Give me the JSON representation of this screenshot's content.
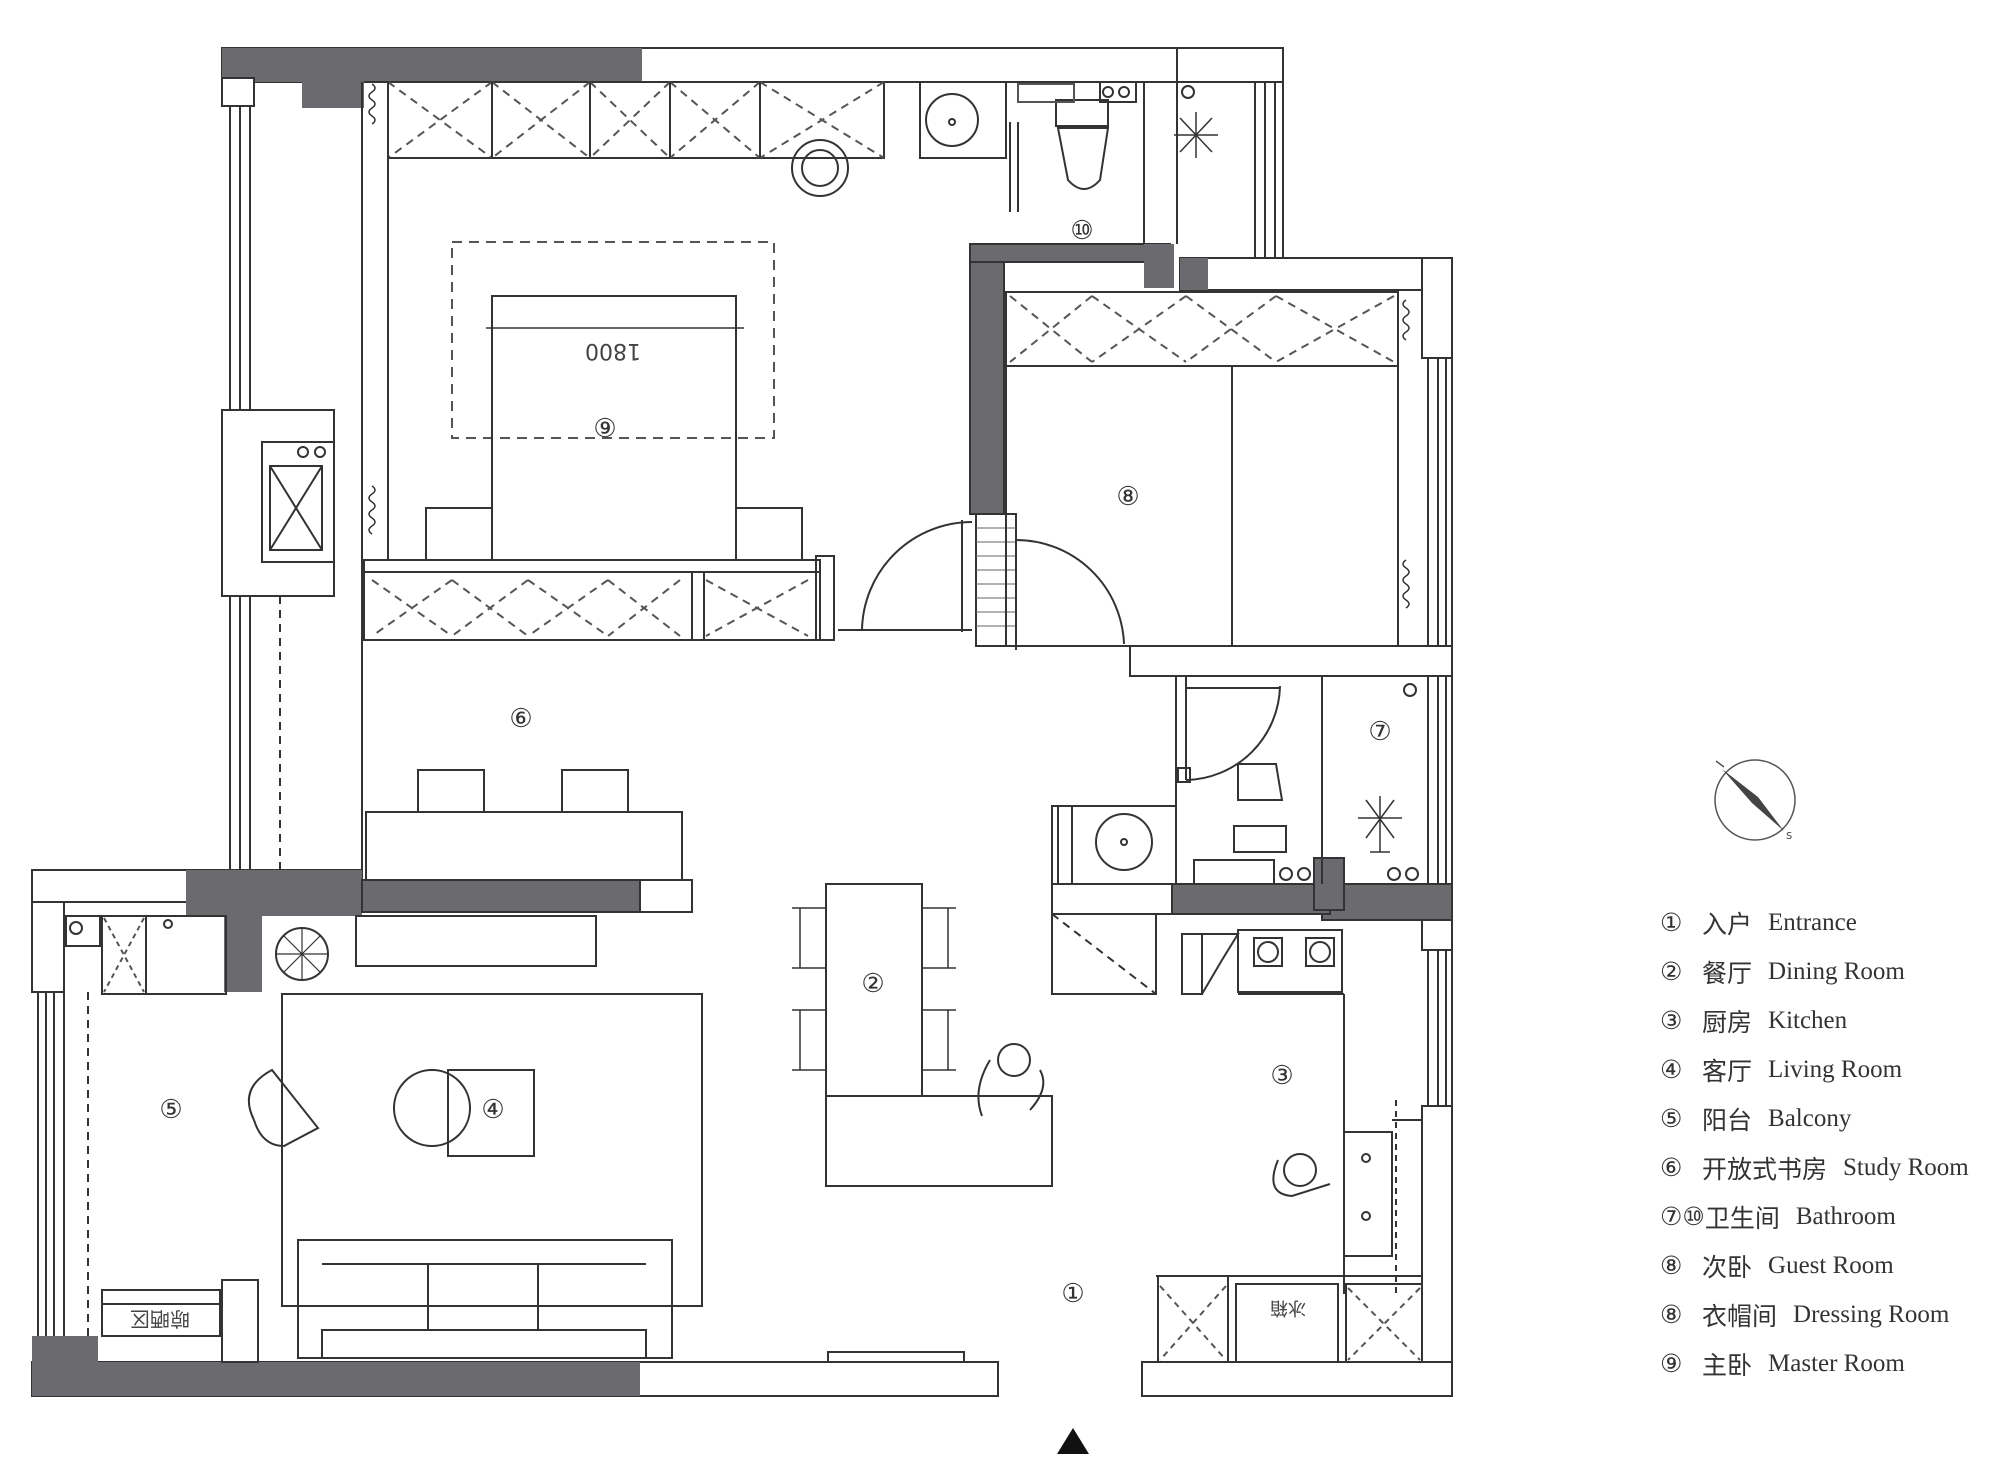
{
  "rooms": {
    "r1": "①",
    "r2": "②",
    "r3": "③",
    "r4": "④",
    "r5": "⑤",
    "r6": "⑥",
    "r7": "⑦",
    "r8": "⑧",
    "r9": "⑨",
    "r10": "⑩"
  },
  "annotations": {
    "bed_width": "1800",
    "drying_area": "晾晒区",
    "fridge": "冰箱"
  },
  "legend": [
    {
      "num": "①",
      "zh": "入户",
      "en": "Entrance"
    },
    {
      "num": "②",
      "zh": "餐厅",
      "en": "Dining Room"
    },
    {
      "num": "③",
      "zh": "厨房",
      "en": "Kitchen"
    },
    {
      "num": "④",
      "zh": "客厅",
      "en": "Living Room"
    },
    {
      "num": "⑤",
      "zh": "阳台",
      "en": "Balcony"
    },
    {
      "num": "⑥",
      "zh": "开放式书房",
      "en": "Study Room"
    },
    {
      "num": "⑦⑩",
      "zh": "卫生间",
      "en": "Bathroom"
    },
    {
      "num": "⑧",
      "zh": "次卧",
      "en": "Guest Room"
    },
    {
      "num": "⑧",
      "zh": "衣帽间",
      "en": "Dressing Room"
    },
    {
      "num": "⑨",
      "zh": "主卧",
      "en": "Master Room"
    }
  ],
  "icons": {
    "compass": "compass-icon",
    "entrance_arrow": "entrance-arrow-icon"
  },
  "colors": {
    "wall_fill": "#6b6b6f",
    "line": "#333333",
    "dash": "#555555"
  }
}
